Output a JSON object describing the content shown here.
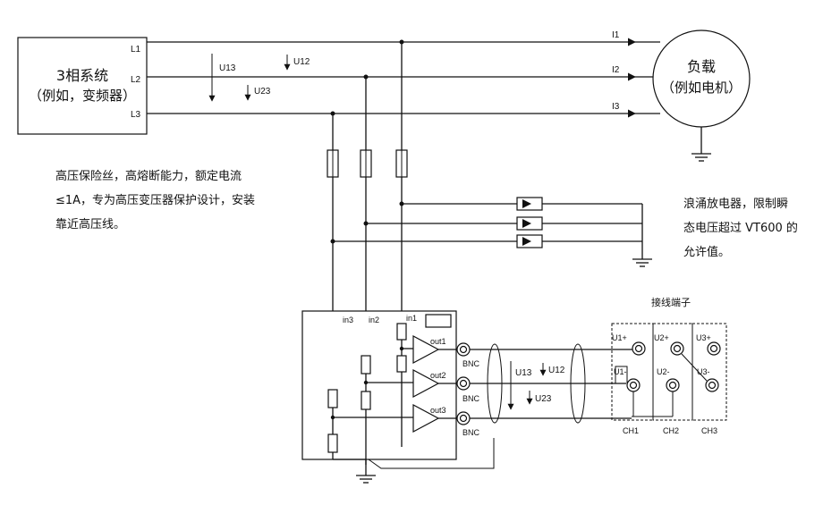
{
  "source_box": {
    "title": "3相系统",
    "subtitle": "（例如，变频器）"
  },
  "load": {
    "title": "负载",
    "subtitle": "（例如电机）"
  },
  "phases": [
    "L1",
    "L2",
    "L3"
  ],
  "currents": [
    "I1",
    "I2",
    "I3"
  ],
  "voltages": {
    "u13": "U13",
    "u12": "U12",
    "u23": "U23"
  },
  "fuse_note": [
    "高压保险丝，高熔断能力，额定电流",
    "≤1A，专为高压变压器保护设计，安装",
    "靠近高压线。"
  ],
  "surge_note": [
    "浪涌放电器，限制瞬",
    "态电压超过 VT600 的",
    "允许值。"
  ],
  "module": {
    "inputs": [
      "in3",
      "in2",
      "in1"
    ],
    "outputs": [
      "out1",
      "out2",
      "out3"
    ],
    "connector": "BNC"
  },
  "terminal": {
    "title": "接线端子",
    "pins": [
      "U1+",
      "U2+",
      "U3+",
      "U1-",
      "U2-",
      "U3-"
    ],
    "channels": [
      "CH1",
      "CH2",
      "CH3"
    ]
  }
}
